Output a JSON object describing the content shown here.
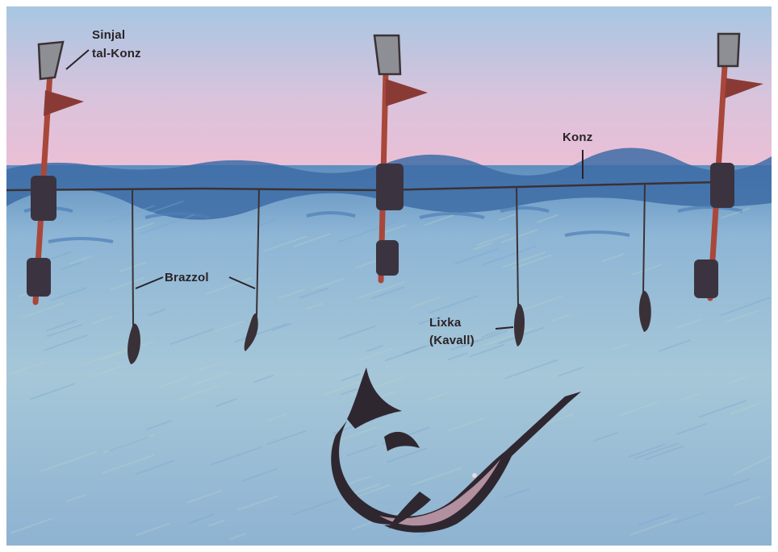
{
  "labels": {
    "signal_line1": "Sinjal",
    "signal_line2": "tal-Konz",
    "konz": "Konz",
    "brazzol": "Brazzol",
    "bait_line1": "Lixka",
    "bait_line2": "(Kavall)"
  },
  "colors": {
    "sky_top": "#a9c8e4",
    "sky_pink": "#e9bfd6",
    "sea_surface": "#3f6fa8",
    "sea_body": "#8fb7d6",
    "pole": "#a8473a",
    "flag": "#8a3a35",
    "float": "#3b3440",
    "line": "#3a3235",
    "fish": "#2f2730"
  },
  "icons": {
    "buoy_pole": "marker-pole-with-flag-and-floats",
    "bait": "hooked-fish-bait",
    "swordfish": "swordfish"
  }
}
